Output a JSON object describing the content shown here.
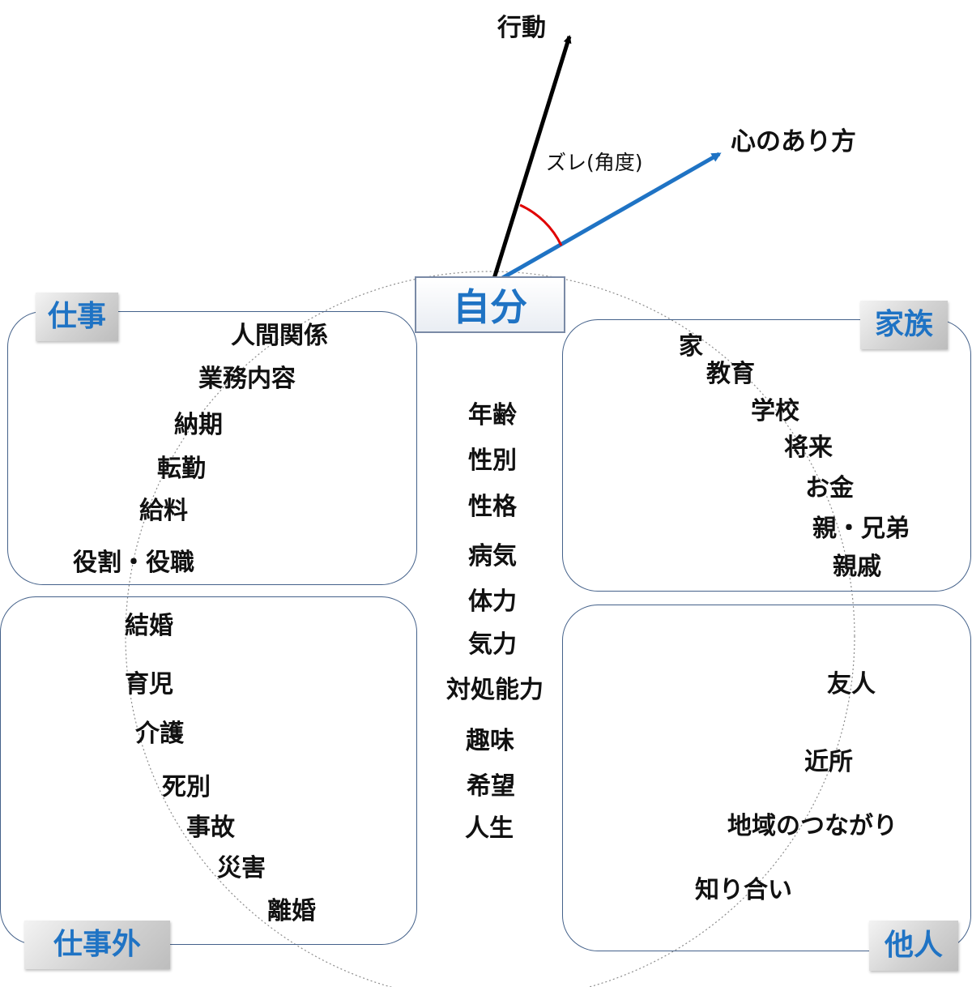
{
  "center_label": "自分",
  "arrows": {
    "behavior_label": "行動",
    "mind_label": "心のあり方",
    "gap_label": "ズレ(角度)"
  },
  "quadrants": {
    "work": {
      "title": "仕事",
      "items": [
        "人間関係",
        "業務内容",
        "納期",
        "転勤",
        "給料",
        "役割・役職"
      ]
    },
    "family": {
      "title": "家族",
      "items": [
        "家",
        "教育",
        "学校",
        "将来",
        "お金",
        "親・兄弟",
        "親戚"
      ]
    },
    "outside_work": {
      "title": "仕事外",
      "items": [
        "結婚",
        "育児",
        "介護",
        "死別",
        "事故",
        "災害",
        "離婚"
      ]
    },
    "others": {
      "title": "他人",
      "items": [
        "友人",
        "近所",
        "地域のつながり",
        "知り合い"
      ]
    }
  },
  "self_items": [
    "年齢",
    "性別",
    "性格",
    "病気",
    "体力",
    "気力",
    "対処能力",
    "趣味",
    "希望",
    "人生"
  ],
  "colors": {
    "accent": "#1f73c4",
    "box_border": "#44618a",
    "behavior_arrow": "#000000",
    "mind_arrow": "#1f73c4",
    "angle_arc": "#e00000",
    "circle": "#8c8c8c"
  }
}
